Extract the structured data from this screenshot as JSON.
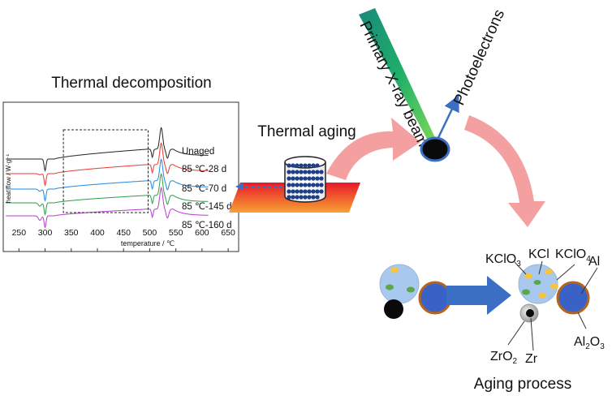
{
  "titles": {
    "thermal_decomposition": "Thermal decomposition",
    "thermal_aging": "Thermal aging",
    "aging_process": "Aging process",
    "primary_xray": "Primary X-ray beam",
    "photoelectrons": "Photoelectrons"
  },
  "chem": {
    "kclo3": {
      "base": "KClO",
      "sub": "3"
    },
    "kcl": "KCl",
    "kclo4": {
      "base": "KClO",
      "sub": "4"
    },
    "al": "Al",
    "al2o3": {
      "a": "Al",
      "s1": "2",
      "b": "O",
      "s2": "3"
    },
    "zro2": {
      "base": "ZrO",
      "sub": "2"
    },
    "zr": "Zr"
  },
  "chart_data": {
    "type": "line",
    "xlabel": "temperature / ℃",
    "ylabel": "heat flow / W·g⁻¹",
    "xlim": [
      220,
      670
    ],
    "xticks": [
      250,
      300,
      350,
      400,
      450,
      500,
      550,
      600,
      650
    ],
    "series": [
      {
        "name": "Unaged",
        "color": "#222222",
        "offset": 0
      },
      {
        "name": "85 ℃-28 d",
        "color": "#e53935",
        "offset": 1
      },
      {
        "name": "85 ℃-70 d",
        "color": "#1e88e5",
        "offset": 2
      },
      {
        "name": "85 ℃-145 d",
        "color": "#2e9d4a",
        "offset": 3
      },
      {
        "name": "85 ℃-160 d",
        "color": "#b43fc8",
        "offset": 4
      }
    ],
    "highlight_box_x": [
      335,
      497
    ]
  },
  "colors": {
    "arrow_pink": "#f4a0a0",
    "arrow_blue": "#3a6fc4",
    "particle_blue": "#3a62c6",
    "particle_rim": "#b5651d",
    "kclo3_light": "#a8c8ee"
  }
}
